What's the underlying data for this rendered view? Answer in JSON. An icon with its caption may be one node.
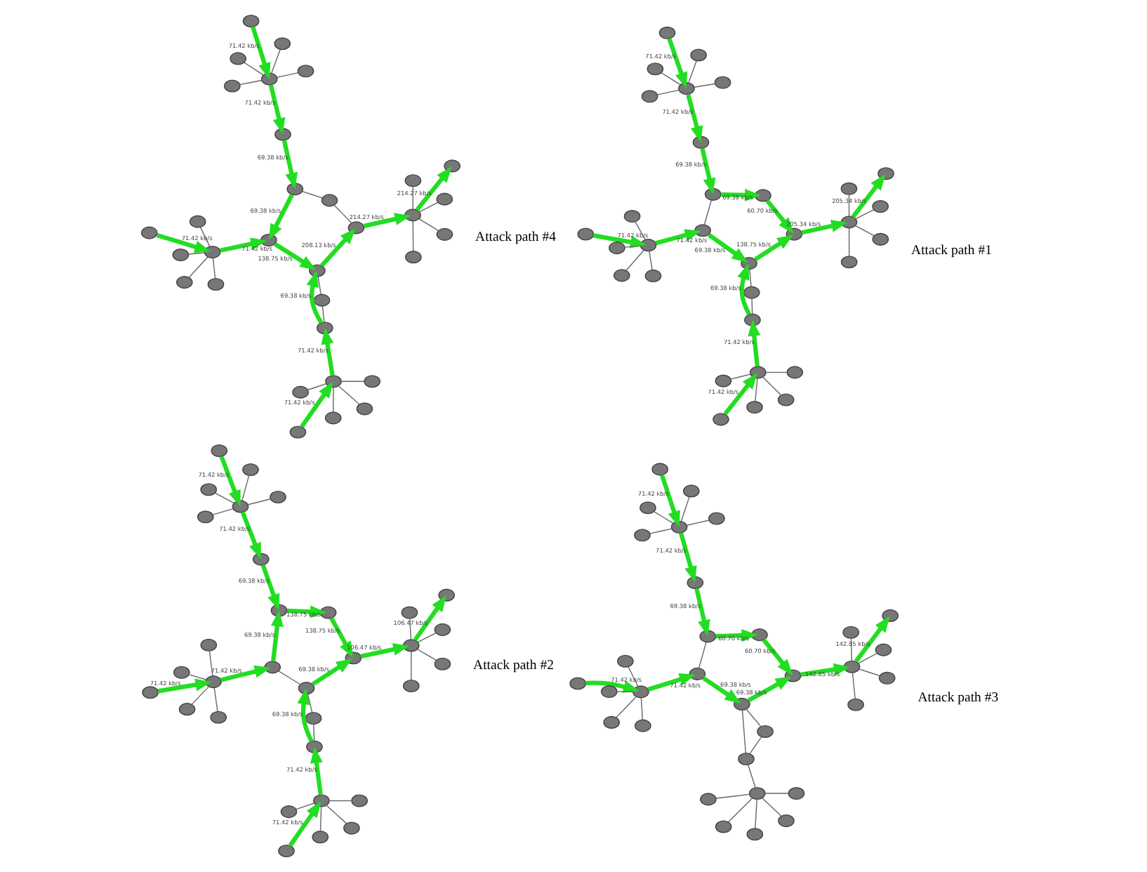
{
  "diagram": {
    "nodes": [
      {
        "text": [],
        "shape": "circle"
      },
      {
        "text": [],
        "shape": "circle"
      },
      {
        "text": [],
        "shape": "circle"
      },
      {
        "text": [],
        "shape": "circle"
      },
      {
        "text": [],
        "shape": "circle"
      },
      {
        "text": [],
        "shape": "circle"
      },
      {
        "text": [],
        "shape": "circle"
      },
      {
        "text": [],
        "shape": "circle"
      },
      {
        "text": [],
        "shape": "circle"
      },
      {
        "text": [],
        "shape": "circle"
      },
      {
        "text": [],
        "shape": "circle"
      },
      {
        "text": [],
        "shape": "circle"
      },
      {
        "text": [],
        "shape": "circle"
      },
      {
        "text": [],
        "shape": "circle"
      },
      {
        "text": [],
        "shape": "circle"
      },
      {
        "text": [],
        "shape": "circle"
      },
      {
        "text": [],
        "shape": "circle"
      },
      {
        "text": [],
        "shape": "circle"
      },
      {
        "text": [],
        "shape": "circle"
      },
      {
        "text": [],
        "shape": "circle"
      },
      {
        "text": [],
        "shape": "circle"
      },
      {
        "text": [],
        "shape": "circle"
      },
      {
        "text": [],
        "shape": "circle"
      },
      {
        "text": [],
        "shape": "circle"
      },
      {
        "text": [],
        "shape": "circle"
      },
      {
        "text": [],
        "shape": "circle"
      },
      {
        "text": [],
        "shape": "circle"
      },
      {
        "text": [],
        "shape": "circle"
      },
      {
        "text": [],
        "shape": "circle"
      },
      {
        "text": [],
        "shape": "circle"
      },
      {
        "text": [],
        "shape": "circle"
      },
      {
        "text": [],
        "shape": "circle"
      },
      {
        "text": [],
        "shape": "circle"
      },
      {
        "text": [],
        "shape": "circle"
      },
      {
        "text": [],
        "shape": "circle"
      },
      {
        "text": [],
        "shape": "circle"
      },
      {
        "text": [],
        "shape": "circle"
      },
      {
        "text": [],
        "shape": "circle"
      },
      {
        "text": [],
        "shape": "circle"
      },
      {
        "text": [],
        "shape": "circle"
      },
      {
        "text": [],
        "shape": "circle"
      },
      {
        "text": [],
        "shape": "circle"
      },
      {
        "text": [],
        "shape": "circle"
      },
      {
        "text": [],
        "shape": "circle"
      },
      {
        "text": [],
        "shape": "circle"
      },
      {
        "text": [],
        "shape": "circle"
      },
      {
        "text": [],
        "shape": "circle"
      },
      {
        "text": [],
        "shape": "circle"
      },
      {
        "text": [],
        "shape": "circle"
      },
      {
        "text": [],
        "shape": "circle"
      },
      {
        "text": [],
        "shape": "circle"
      },
      {
        "text": [],
        "shape": "circle"
      },
      {
        "text": [],
        "shape": "circle"
      },
      {
        "text": [],
        "shape": "circle"
      },
      {
        "text": [],
        "shape": "circle"
      },
      {
        "text": [],
        "shape": "circle"
      },
      {
        "text": [],
        "shape": "circle"
      },
      {
        "text": [],
        "shape": "circle"
      },
      {
        "text": [],
        "shape": "circle"
      },
      {
        "text": [],
        "shape": "circle"
      },
      {
        "text": [],
        "shape": "circle"
      },
      {
        "text": [],
        "shape": "circle"
      },
      {
        "text": [],
        "shape": "circle"
      },
      {
        "text": [],
        "shape": "circle"
      },
      {
        "text": [],
        "shape": "circle"
      },
      {
        "text": [],
        "shape": "circle"
      },
      {
        "text": [],
        "shape": "circle"
      },
      {
        "text": [],
        "shape": "circle"
      },
      {
        "text": [],
        "shape": "circle"
      },
      {
        "text": [],
        "shape": "circle"
      },
      {
        "text": [],
        "shape": "circle"
      },
      {
        "text": [],
        "shape": "circle"
      },
      {
        "text": [],
        "shape": "circle"
      },
      {
        "text": [],
        "shape": "circle"
      },
      {
        "text": [],
        "shape": "circle"
      },
      {
        "text": [],
        "shape": "circle"
      },
      {
        "text": [],
        "shape": "circle"
      },
      {
        "text": [],
        "shape": "circle"
      },
      {
        "text": [],
        "shape": "circle"
      },
      {
        "text": [],
        "shape": "circle"
      },
      {
        "text": [],
        "shape": "circle"
      },
      {
        "text": [],
        "shape": "circle"
      },
      {
        "text": [],
        "shape": "circle"
      },
      {
        "text": [],
        "shape": "circle"
      },
      {
        "text": [],
        "shape": "circle"
      },
      {
        "text": [],
        "shape": "circle"
      },
      {
        "text": [],
        "shape": "circle"
      },
      {
        "text": [],
        "shape": "circle"
      },
      {
        "text": [],
        "shape": "circle"
      },
      {
        "text": [],
        "shape": "circle"
      },
      {
        "text": [],
        "shape": "circle"
      },
      {
        "text": [],
        "shape": "circle"
      },
      {
        "text": [],
        "shape": "circle"
      },
      {
        "text": [],
        "shape": "circle"
      },
      {
        "text": [],
        "shape": "circle"
      },
      {
        "text": [],
        "shape": "circle"
      },
      {
        "text": [],
        "shape": "circle"
      },
      {
        "text": [],
        "shape": "circle"
      },
      {
        "text": [],
        "shape": "circle"
      },
      {
        "text": [],
        "shape": "circle"
      },
      {
        "text": [],
        "shape": "circle"
      },
      {
        "text": [],
        "shape": "circle"
      },
      {
        "text": [],
        "shape": "circle"
      },
      {
        "text": [],
        "shape": "circle"
      },
      {
        "text": [],
        "shape": "circle"
      },
      {
        "text": [],
        "shape": "circle"
      },
      {
        "text": [],
        "shape": "circle"
      },
      {
        "text": [],
        "shape": "circle"
      },
      {
        "text": [],
        "shape": "circle"
      },
      {
        "text": [],
        "shape": "circle"
      },
      {
        "text": [],
        "shape": "circle"
      },
      {
        "text": [],
        "shape": "circle"
      },
      {
        "text": [],
        "shape": "circle"
      },
      {
        "text": [],
        "shape": "circle"
      },
      {
        "text": [],
        "shape": "circle"
      },
      {
        "text": [],
        "shape": "circle"
      },
      {
        "text": [],
        "shape": "circle"
      },
      {
        "text": [],
        "shape": "circle"
      },
      {
        "text": [],
        "shape": "circle"
      },
      {
        "text": [],
        "shape": "circle"
      },
      {
        "text": [],
        "shape": "circle"
      },
      {
        "text": [],
        "shape": "circle"
      },
      {
        "text": [],
        "shape": "circle"
      },
      {
        "text": [],
        "shape": "circle"
      },
      {
        "text": [],
        "shape": "circle"
      },
      {
        "text": [],
        "shape": "circle"
      },
      {
        "text": [],
        "shape": "circle"
      },
      {
        "text": [],
        "shape": "circle"
      }
    ],
    "edges": [
      {
        "from": 0,
        "to": 5,
        "arrow": "to",
        "label": "71.42 kb/s",
        "style": "thick",
        "color": "#22dd22"
      },
      {
        "from": 1,
        "to": 5,
        "arrow": "none"
      },
      {
        "from": 2,
        "to": 5,
        "arrow": "none"
      },
      {
        "from": 3,
        "to": 5,
        "arrow": "none"
      },
      {
        "from": 4,
        "to": 5,
        "arrow": "none"
      },
      {
        "from": 5,
        "to": 14,
        "arrow": "to",
        "label": "71.42 kb/s",
        "style": "thick",
        "color": "#22dd22"
      },
      {
        "from": 8,
        "to": 11,
        "arrow": "to",
        "label": "71.42 kb/s",
        "style": "thick",
        "color": "#22dd22"
      },
      {
        "from": 6,
        "to": 11,
        "arrow": "none"
      },
      {
        "from": 7,
        "to": 11,
        "arrow": "none"
      },
      {
        "from": 9,
        "to": 11,
        "arrow": "none"
      },
      {
        "from": 10,
        "to": 11,
        "arrow": "none"
      },
      {
        "from": 11,
        "to": 12,
        "arrow": "to",
        "label": "71.42 kb/s",
        "style": "thick",
        "color": "#22dd22"
      },
      {
        "from": 12,
        "to": 15,
        "arrow": "to",
        "label": "69.38 kb/s",
        "style": "thick",
        "color": "#22dd22"
      },
      {
        "from": 12,
        "to": 13,
        "arrow": "none"
      },
      {
        "from": 15,
        "to": 13,
        "arrow": "none"
      },
      {
        "from": 14,
        "to": 15,
        "arrow": "to",
        "label": "69.38 kb/s",
        "style": "thick",
        "color": "#22dd22"
      },
      {
        "from": 14,
        "to": 16,
        "arrow": "none"
      },
      {
        "from": 15,
        "to": 18,
        "arrow": "to",
        "label": "138.75 kb/s",
        "style": "thick",
        "color": "#22dd22"
      },
      {
        "from": 24,
        "to": 25,
        "arrow": "to",
        "label": "71.42 kb/s",
        "style": "thick",
        "color": "#22dd22"
      },
      {
        "from": 20,
        "to": 25,
        "arrow": "none"
      },
      {
        "from": 21,
        "to": 25,
        "arrow": "none"
      },
      {
        "from": 22,
        "to": 25,
        "arrow": "none"
      },
      {
        "from": 23,
        "to": 25,
        "arrow": "none"
      },
      {
        "from": 25,
        "to": 19,
        "arrow": "to",
        "label": "71.42 kb/s",
        "style": "thick",
        "color": "#22dd22"
      },
      {
        "from": 19,
        "to": 16,
        "arrow": "to",
        "label": "69.38 kb/s",
        "style": "thick",
        "color": "#22dd22"
      },
      {
        "from": 16,
        "to": 17,
        "arrow": "to",
        "label": "69.38 kb/s",
        "style": "thick",
        "color": "#22dd22"
      },
      {
        "from": 17,
        "to": 18,
        "arrow": "to",
        "label": "60.70 kb/s",
        "style": "thick",
        "color": "#22dd22"
      },
      {
        "from": 18,
        "to": 31,
        "arrow": "to",
        "label": "205.34 kb/s",
        "style": "thick",
        "color": "#22dd22"
      },
      {
        "from": 31,
        "to": 30,
        "arrow": "to",
        "label": "205.34 kb/s",
        "style": "thick",
        "color": "#22dd22"
      },
      {
        "from": 26,
        "to": 31,
        "arrow": "none"
      },
      {
        "from": 27,
        "to": 31,
        "arrow": "none"
      },
      {
        "from": 28,
        "to": 31,
        "arrow": "none"
      },
      {
        "from": 29,
        "to": 31,
        "arrow": "none"
      },
      {
        "from": 32,
        "to": 37,
        "arrow": "to",
        "label": "71.42 kb/s",
        "style": "thick",
        "color": "#22dd22"
      },
      {
        "from": 33,
        "to": 37,
        "arrow": "none"
      },
      {
        "from": 34,
        "to": 37,
        "arrow": "none"
      },
      {
        "from": 35,
        "to": 37,
        "arrow": "none"
      },
      {
        "from": 36,
        "to": 37,
        "arrow": "none"
      },
      {
        "from": 37,
        "to": 46,
        "arrow": "to",
        "label": "71.42 kb/s",
        "style": "thick",
        "color": "#22dd22"
      },
      {
        "from": 40,
        "to": 43,
        "arrow": "to",
        "label": "71.42 kb/s",
        "style": "thick",
        "color": "#22dd22"
      },
      {
        "from": 38,
        "to": 43,
        "arrow": "none"
      },
      {
        "from": 39,
        "to": 43,
        "arrow": "none"
      },
      {
        "from": 41,
        "to": 43,
        "arrow": "none"
      },
      {
        "from": 42,
        "to": 43,
        "arrow": "none"
      },
      {
        "from": 43,
        "to": 44,
        "arrow": "to",
        "label": "71.42 kb/s",
        "style": "thick",
        "color": "#22dd22"
      },
      {
        "from": 44,
        "to": 47,
        "arrow": "to",
        "label": "69.38 kb/s",
        "style": "thick",
        "color": "#22dd22"
      },
      {
        "from": 44,
        "to": 45,
        "arrow": "none"
      },
      {
        "from": 47,
        "to": 45,
        "arrow": "none"
      },
      {
        "from": 46,
        "to": 47,
        "arrow": "none"
      },
      {
        "from": 46,
        "to": 48,
        "arrow": "to",
        "label": "69.38 kb/s",
        "style": "thick",
        "color": "#22dd22"
      },
      {
        "from": 47,
        "to": 50,
        "arrow": "to",
        "label": "69.38 kb/s",
        "style": "thick",
        "color": "#22dd22"
      },
      {
        "from": 56,
        "to": 57,
        "arrow": "to",
        "label": "71.42 kb/s",
        "style": "thick",
        "color": "#22dd22"
      },
      {
        "from": 52,
        "to": 57,
        "arrow": "none"
      },
      {
        "from": 53,
        "to": 57,
        "arrow": "none"
      },
      {
        "from": 54,
        "to": 57,
        "arrow": "none"
      },
      {
        "from": 55,
        "to": 57,
        "arrow": "none"
      },
      {
        "from": 57,
        "to": 51,
        "arrow": "to",
        "label": "71.42 kb/s",
        "style": "thick",
        "color": "#22dd22"
      },
      {
        "from": 51,
        "to": 48,
        "arrow": "to",
        "label": "69.38 kb/s",
        "style": "thick",
        "color": "#22dd22"
      },
      {
        "from": 48,
        "to": 49,
        "arrow": "to",
        "label": "138.75 kb/s",
        "style": "thick",
        "color": "#22dd22"
      },
      {
        "from": 49,
        "to": 50,
        "arrow": "to",
        "label": "138.75 kb/s",
        "style": "thick",
        "color": "#22dd22"
      },
      {
        "from": 50,
        "to": 63,
        "arrow": "to",
        "label": "106.47 kb/s",
        "style": "thick",
        "color": "#22dd22"
      },
      {
        "from": 63,
        "to": 62,
        "arrow": "to",
        "label": "106.47 kb/s",
        "style": "thick",
        "color": "#22dd22"
      },
      {
        "from": 58,
        "to": 63,
        "arrow": "none"
      },
      {
        "from": 59,
        "to": 63,
        "arrow": "none"
      },
      {
        "from": 60,
        "to": 63,
        "arrow": "none"
      },
      {
        "from": 61,
        "to": 63,
        "arrow": "none"
      },
      {
        "from": 64,
        "to": 69,
        "arrow": "to",
        "label": "71.42 kb/s",
        "style": "thick",
        "color": "#22dd22"
      },
      {
        "from": 65,
        "to": 69,
        "arrow": "none"
      },
      {
        "from": 66,
        "to": 69,
        "arrow": "none"
      },
      {
        "from": 67,
        "to": 69,
        "arrow": "none"
      },
      {
        "from": 68,
        "to": 69,
        "arrow": "none"
      },
      {
        "from": 69,
        "to": 78,
        "arrow": "to",
        "label": "71.42 kb/s",
        "style": "thick",
        "color": "#22dd22"
      },
      {
        "from": 72,
        "to": 75,
        "arrow": "none"
      },
      {
        "from": 70,
        "to": 75,
        "arrow": "none"
      },
      {
        "from": 71,
        "to": 75,
        "arrow": "none"
      },
      {
        "from": 73,
        "to": 75,
        "arrow": "none"
      },
      {
        "from": 74,
        "to": 75,
        "arrow": "none"
      },
      {
        "from": 75,
        "to": 76,
        "arrow": "none"
      },
      {
        "from": 76,
        "to": 79,
        "arrow": "none"
      },
      {
        "from": 76,
        "to": 77,
        "arrow": "none"
      },
      {
        "from": 79,
        "to": 77,
        "arrow": "none"
      },
      {
        "from": 78,
        "to": 79,
        "arrow": "to",
        "label": "69.38 kb/s",
        "style": "thick",
        "color": "#22dd22"
      },
      {
        "from": 78,
        "to": 80,
        "arrow": "none"
      },
      {
        "from": 79,
        "to": 82,
        "arrow": "to",
        "label": "69.38 kb/s",
        "style": "thick",
        "color": "#22dd22"
      },
      {
        "from": 88,
        "to": 89,
        "arrow": "to",
        "label": "71.42 kb/s",
        "style": "thick",
        "color": "#22dd22"
      },
      {
        "from": 84,
        "to": 89,
        "arrow": "none"
      },
      {
        "from": 85,
        "to": 89,
        "arrow": "none"
      },
      {
        "from": 86,
        "to": 89,
        "arrow": "none"
      },
      {
        "from": 87,
        "to": 89,
        "arrow": "none"
      },
      {
        "from": 89,
        "to": 83,
        "arrow": "to",
        "label": "71.42 kb/s",
        "style": "thick",
        "color": "#22dd22"
      },
      {
        "from": 83,
        "to": 80,
        "arrow": "to",
        "label": "69.38 kb/s",
        "style": "thick",
        "color": "#22dd22"
      },
      {
        "from": 80,
        "to": 81,
        "arrow": "to",
        "label": "60.70 kb/s",
        "style": "thick",
        "color": "#22dd22"
      },
      {
        "from": 81,
        "to": 82,
        "arrow": "to",
        "label": "60.70 kb/s",
        "style": "thick",
        "color": "#22dd22"
      },
      {
        "from": 82,
        "to": 95,
        "arrow": "to",
        "label": "142.85 kb/s",
        "style": "thick",
        "color": "#22dd22"
      },
      {
        "from": 95,
        "to": 94,
        "arrow": "to",
        "label": "142.85 kb/s",
        "style": "thick",
        "color": "#22dd22"
      },
      {
        "from": 90,
        "to": 95,
        "arrow": "none"
      },
      {
        "from": 91,
        "to": 95,
        "arrow": "none"
      },
      {
        "from": 92,
        "to": 95,
        "arrow": "none"
      },
      {
        "from": 93,
        "to": 95,
        "arrow": "none"
      },
      {
        "from": 96,
        "to": 101,
        "arrow": "to",
        "label": "71.42 kb/s",
        "style": "thick",
        "color": "#22dd22"
      },
      {
        "from": 97,
        "to": 101,
        "arrow": "none"
      },
      {
        "from": 98,
        "to": 101,
        "arrow": "none"
      },
      {
        "from": 99,
        "to": 101,
        "arrow": "none"
      },
      {
        "from": 100,
        "to": 101,
        "arrow": "none"
      },
      {
        "from": 101,
        "to": 110,
        "arrow": "to",
        "label": "71.42 kb/s",
        "style": "thick",
        "color": "#22dd22"
      },
      {
        "from": 104,
        "to": 107,
        "arrow": "to",
        "label": "71.42 kb/s",
        "style": "thick",
        "color": "#22dd22"
      },
      {
        "from": 102,
        "to": 107,
        "arrow": "none"
      },
      {
        "from": 103,
        "to": 107,
        "arrow": "none"
      },
      {
        "from": 105,
        "to": 107,
        "arrow": "none"
      },
      {
        "from": 106,
        "to": 107,
        "arrow": "none"
      },
      {
        "from": 107,
        "to": 108,
        "arrow": "to",
        "label": "71.42 kb/s",
        "style": "thick",
        "color": "#22dd22"
      },
      {
        "from": 108,
        "to": 111,
        "arrow": "to",
        "label": "69.38 kb/s",
        "style": "thick",
        "color": "#22dd22"
      },
      {
        "from": 108,
        "to": 109,
        "arrow": "none"
      },
      {
        "from": 111,
        "to": 109,
        "arrow": "none"
      },
      {
        "from": 110,
        "to": 111,
        "arrow": "to",
        "label": "138.75 kb/s",
        "style": "thick",
        "color": "#22dd22"
      },
      {
        "from": 112,
        "to": 110,
        "arrow": "to",
        "label": "69.38 kb/s",
        "style": "thick",
        "color": "#22dd22"
      },
      {
        "from": 111,
        "to": 114,
        "arrow": "to",
        "label": "208.13 kb/s",
        "style": "thick",
        "color": "#22dd22"
      },
      {
        "from": 120,
        "to": 121,
        "arrow": "to",
        "label": "71.42 kb/s",
        "style": "thick",
        "color": "#22dd22"
      },
      {
        "from": 116,
        "to": 121,
        "arrow": "none"
      },
      {
        "from": 117,
        "to": 121,
        "arrow": "none"
      },
      {
        "from": 118,
        "to": 121,
        "arrow": "none"
      },
      {
        "from": 119,
        "to": 121,
        "arrow": "none"
      },
      {
        "from": 121,
        "to": 115,
        "arrow": "to",
        "label": "71.42 kb/s",
        "style": "thick",
        "color": "#22dd22"
      },
      {
        "from": 115,
        "to": 112,
        "arrow": "to",
        "label": "69.38 kb/s",
        "style": "thick",
        "color": "#22dd22"
      },
      {
        "from": 112,
        "to": 113,
        "arrow": "none"
      },
      {
        "from": 113,
        "to": 114,
        "arrow": "none"
      },
      {
        "from": 114,
        "to": 127,
        "arrow": "to",
        "label": "214.27 kb/s",
        "style": "thick",
        "color": "#22dd22"
      },
      {
        "from": 127,
        "to": 126,
        "arrow": "to",
        "label": "214.27 kb/s",
        "style": "thick",
        "color": "#22dd22"
      },
      {
        "from": 122,
        "to": 127,
        "arrow": "none"
      },
      {
        "from": 123,
        "to": 127,
        "arrow": "none"
      },
      {
        "from": 124,
        "to": 127,
        "arrow": "none"
      },
      {
        "from": 125,
        "to": 127,
        "arrow": "none"
      }
    ],
    "labels": [
      "Attack path #1",
      "Attack path #2",
      "Attack path #3",
      "Attack path #4"
    ]
  }
}
